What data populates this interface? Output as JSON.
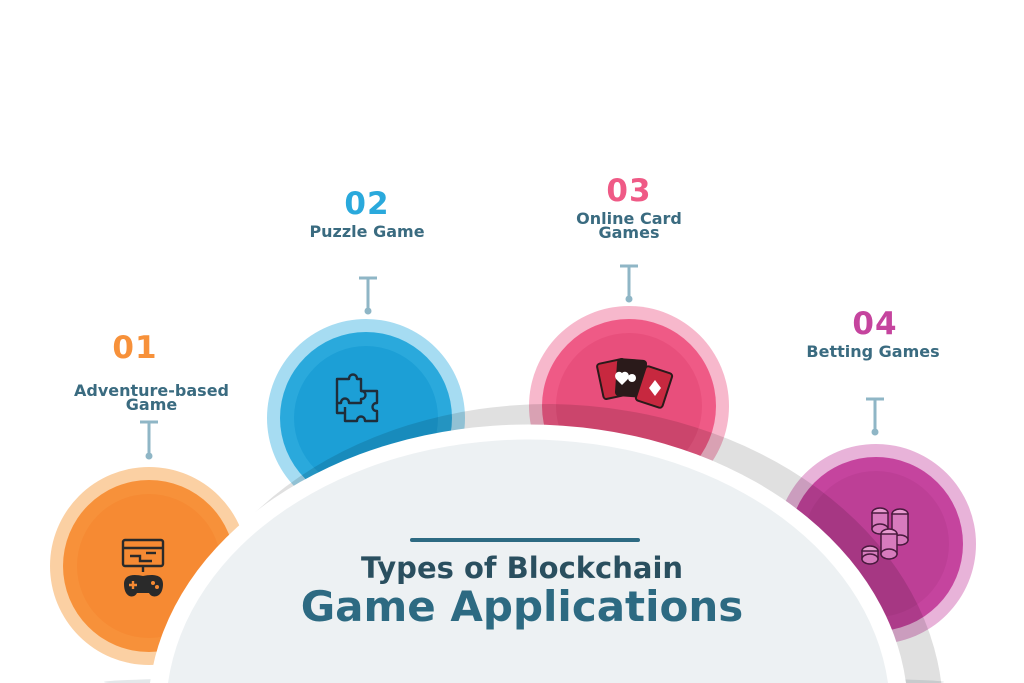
{
  "title": {
    "line1": "Types of Blockchain",
    "line2": "Game Applications"
  },
  "items": [
    {
      "number": "01",
      "label_line1": "Adventure-based",
      "label_line2": "Game",
      "color": "#f7913a",
      "icon": "game-controller-map-icon"
    },
    {
      "number": "02",
      "label_line1": "Puzzle Game",
      "label_line2": "",
      "color": "#2aa9dc",
      "icon": "puzzle-pieces-icon"
    },
    {
      "number": "03",
      "label_line1": "Online Card",
      "label_line2": "Games",
      "color": "#ef5a86",
      "icon": "playing-cards-icon"
    },
    {
      "number": "04",
      "label_line1": "Betting Games",
      "label_line2": "",
      "color": "#c5449e",
      "icon": "casino-chips-icon"
    }
  ],
  "colors": {
    "heading": "#2a4f5f",
    "label": "#3a6b80",
    "hub": "#edf1f3",
    "accent_line": "#2d6a82"
  }
}
